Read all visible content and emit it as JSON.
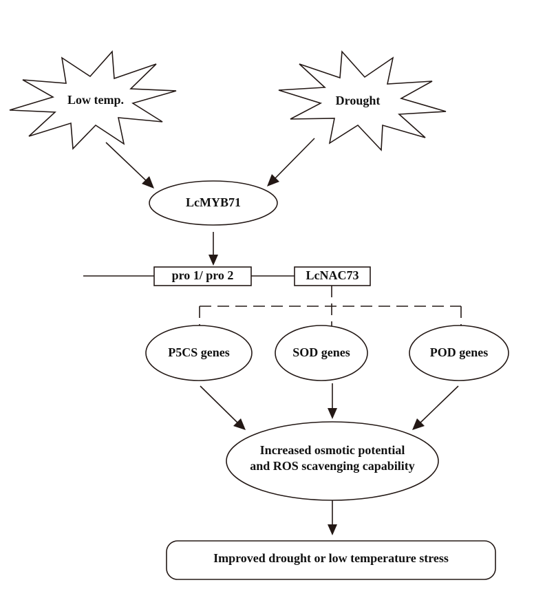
{
  "diagram": {
    "type": "signaling-pathway",
    "stress_signals": [
      {
        "id": "low-temp",
        "label": "Low temp.",
        "shape": "starburst"
      },
      {
        "id": "drought",
        "label": "Drought",
        "shape": "starburst"
      }
    ],
    "transcription_factor": {
      "label": "LcMYB71",
      "shape": "ellipse"
    },
    "promoter": {
      "label": "pro 1/ pro 2",
      "shape": "rectangle"
    },
    "target_gene": {
      "label": "LcNAC73",
      "shape": "rectangle"
    },
    "downstream_genes": [
      {
        "label": "P5CS genes",
        "shape": "ellipse"
      },
      {
        "label": "SOD genes",
        "shape": "ellipse"
      },
      {
        "label": "POD genes",
        "shape": "ellipse"
      }
    ],
    "effect": {
      "lines": [
        "Increased osmotic potential",
        "and ROS scavenging capability"
      ],
      "shape": "ellipse"
    },
    "outcome": {
      "label": "Improved drought or low temperature stress",
      "shape": "rounded-rectangle"
    },
    "edges": [
      {
        "from": "Low temp.",
        "to": "LcMYB71",
        "style": "arrow"
      },
      {
        "from": "Drought",
        "to": "LcMYB71",
        "style": "arrow"
      },
      {
        "from": "LcMYB71",
        "to": "pro 1/ pro 2",
        "style": "arrow"
      },
      {
        "from": "pro 1/ pro 2",
        "to": "LcNAC73",
        "style": "line"
      },
      {
        "from": "LcNAC73",
        "to": "P5CS genes",
        "style": "dashed"
      },
      {
        "from": "LcNAC73",
        "to": "SOD genes",
        "style": "dashed"
      },
      {
        "from": "LcNAC73",
        "to": "POD genes",
        "style": "dashed"
      },
      {
        "from": "P5CS genes",
        "to": "Increased osmotic potential and ROS scavenging capability",
        "style": "arrow"
      },
      {
        "from": "SOD genes",
        "to": "Increased osmotic potential and ROS scavenging capability",
        "style": "arrow"
      },
      {
        "from": "POD genes",
        "to": "Increased osmotic potential and ROS scavenging capability",
        "style": "arrow"
      },
      {
        "from": "Increased osmotic potential and ROS scavenging capability",
        "to": "Improved drought or low temperature stress",
        "style": "arrow"
      }
    ],
    "colors": {
      "stroke": "#231815",
      "text": "#111111",
      "background": "#ffffff"
    }
  }
}
